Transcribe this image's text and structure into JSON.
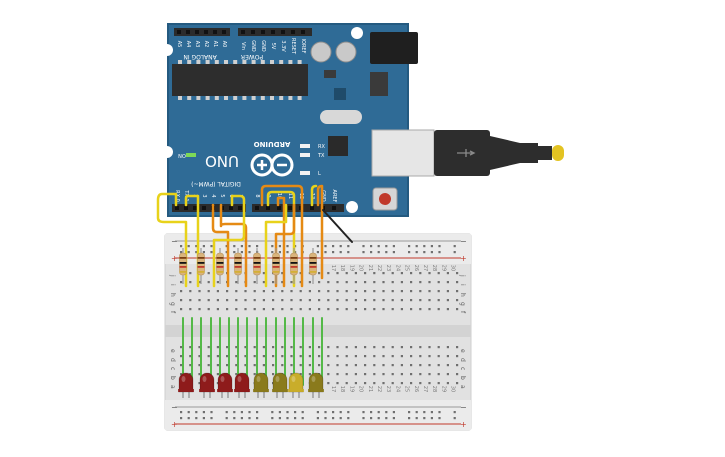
{
  "arduino": {
    "pins_analog_header": [
      "A5",
      "A4",
      "A3",
      "A2",
      "A1",
      "A0"
    ],
    "pins_power_header": [
      "Vin",
      "GND",
      "GND",
      "5V",
      "3.3V",
      "RESET",
      "IOREF"
    ],
    "pins_digital_low": [
      "RX 0",
      "TX 1",
      "2",
      "3",
      "4",
      "5",
      "6",
      "7"
    ],
    "pins_digital_high": [
      "8",
      "9",
      "10",
      "11",
      "12",
      "13",
      "GND",
      "AREF"
    ],
    "label_analog_in": "ANALOG IN",
    "label_power": "POWER",
    "label_digital": "DIGITAL (PWM~)",
    "label_arduino": "ARDUINO",
    "label_uno": "UNO",
    "label_on": "ON",
    "label_rx": "RX",
    "label_tx": "TX",
    "label_l": "L",
    "colors": {
      "board": "#2f6b96",
      "board_dark": "#245a80",
      "header": "#2b2b2b",
      "chip": "#2d2d2d"
    }
  },
  "breadboard": {
    "row_letters_top": [
      "j",
      "i",
      "h",
      "g",
      "f"
    ],
    "row_letters_bottom": [
      "e",
      "d",
      "c",
      "b",
      "a"
    ],
    "rail_minus": "−",
    "rail_plus": "+",
    "column_numbers": [
      "17",
      "18",
      "19",
      "20",
      "21",
      "22",
      "23",
      "24",
      "25",
      "26",
      "27",
      "28",
      "29",
      "30"
    ]
  },
  "leds": {
    "colors": [
      "red",
      "red",
      "red",
      "red",
      "olive",
      "olive",
      "yellow",
      "olive"
    ],
    "hex": {
      "red": "#8e1b1b",
      "olive": "#8a7a1c",
      "yellow": "#c9ad2a"
    }
  },
  "wires": {
    "yellow": "#e8d21a",
    "orange": "#e58a14",
    "green": "#54b948",
    "black": "#222222"
  }
}
